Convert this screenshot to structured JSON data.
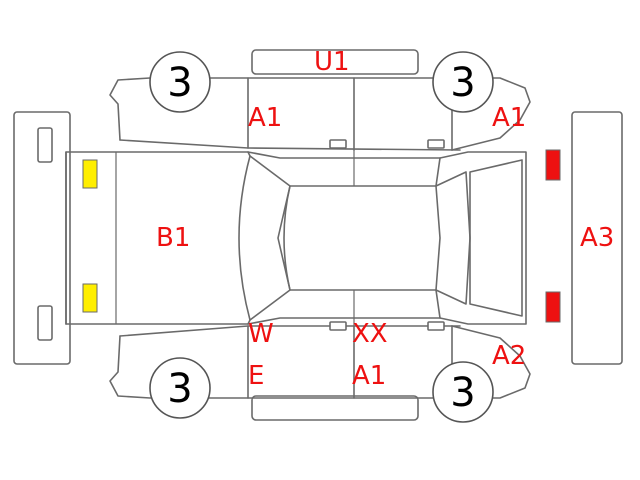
{
  "colors": {
    "outline": "#6a6a6a",
    "label": "#ee1111",
    "front_lamp": "#ffee00",
    "rear_lamp": "#ee1111"
  },
  "wheels": {
    "front_left": "3",
    "rear_left": "3",
    "front_right": "3",
    "rear_right": "3"
  },
  "labels": {
    "roof_top": "U1",
    "top_left_door": "A1",
    "top_right_fender": "A1",
    "hood": "B1",
    "rear_panel": "A3",
    "bottom_right_fender": "A2",
    "bottom_left_line1": "W",
    "bottom_left_line2": "E",
    "bottom_right_line1": "XX",
    "bottom_right_line2": "A1"
  }
}
